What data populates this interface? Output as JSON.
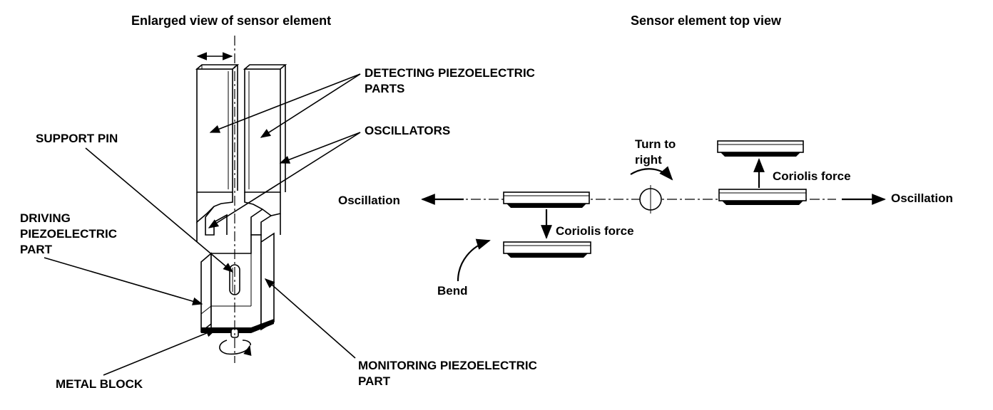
{
  "headings": {
    "left": "Enlarged view of sensor element",
    "right": "Sensor element top view"
  },
  "labels": {
    "detecting_line1": "DETECTING PIEZOELECTRIC",
    "detecting_line2": "PARTS",
    "oscillators": "OSCILLATORS",
    "support_pin": "SUPPORT PIN",
    "driving_line1": "DRIVING",
    "driving_line2": "PIEZOELECTRIC",
    "driving_line3": "PART",
    "metal_block": "METAL BLOCK",
    "monitoring_line1": "MONITORING PIEZOELECTRIC",
    "monitoring_line2": "PART",
    "oscillation_left": "Oscillation",
    "oscillation_right": "Oscillation",
    "turn_line1": "Turn to",
    "turn_line2": "right",
    "coriolis_left": "Coriolis force",
    "coriolis_right": "Coriolis force",
    "bend": "Bend"
  }
}
